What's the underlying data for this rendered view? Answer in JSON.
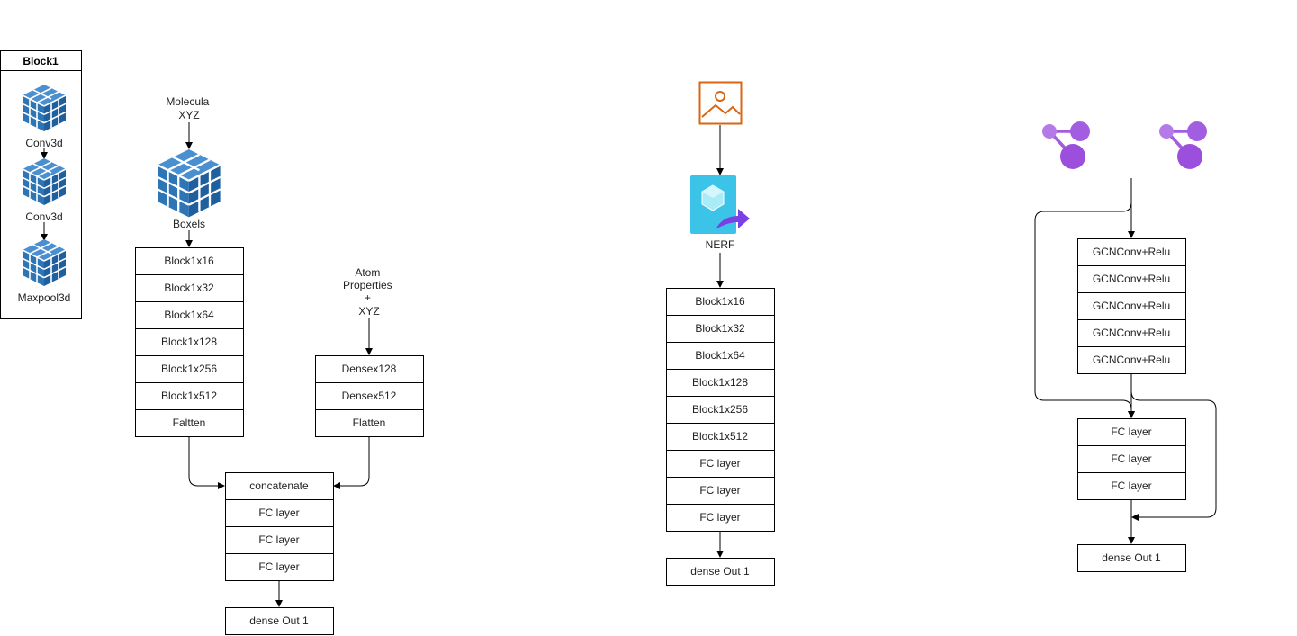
{
  "block1": {
    "title": "Block1",
    "items": [
      "Conv3d",
      "Conv3d",
      "Maxpool3d"
    ]
  },
  "cnn_model": {
    "input_label": "Molecula\nXYZ",
    "voxel_label": "Boxels",
    "layers": [
      "Block1x16",
      "Block1x32",
      "Block1x64",
      "Block1x128",
      "Block1x256",
      "Block1x512",
      "Faltten"
    ],
    "atom_input_label": "Atom\nProperties\n+\nXYZ",
    "dense_layers": [
      "Densex128",
      "Densex512",
      "Flatten"
    ],
    "head_layers": [
      "concatenate",
      "FC layer",
      "FC layer",
      "FC layer"
    ],
    "output": "dense Out 1"
  },
  "nerf_model": {
    "nerf_label": "NERF",
    "layers": [
      "Block1x16",
      "Block1x32",
      "Block1x64",
      "Block1x128",
      "Block1x256",
      "Block1x512",
      "FC layer",
      "FC layer",
      "FC layer"
    ],
    "output": "dense Out 1"
  },
  "gcn_model": {
    "gcn_layers": [
      "GCNConv+Relu",
      "GCNConv+Relu",
      "GCNConv+Relu",
      "GCNConv+Relu",
      "GCNConv+Relu"
    ],
    "fc_layers": [
      "FC layer",
      "FC layer",
      "FC layer"
    ],
    "output": "dense Out 1"
  },
  "colors": {
    "cube_blue": "#2e75b6",
    "image_orange": "#d86613",
    "nerf_cyan": "#3cc3e8",
    "nerf_purple": "#7b3fe4",
    "graph_purple": "#a35de0"
  },
  "icons": [
    "cube-icon",
    "image-icon",
    "nerf-icon",
    "graph-icon"
  ]
}
